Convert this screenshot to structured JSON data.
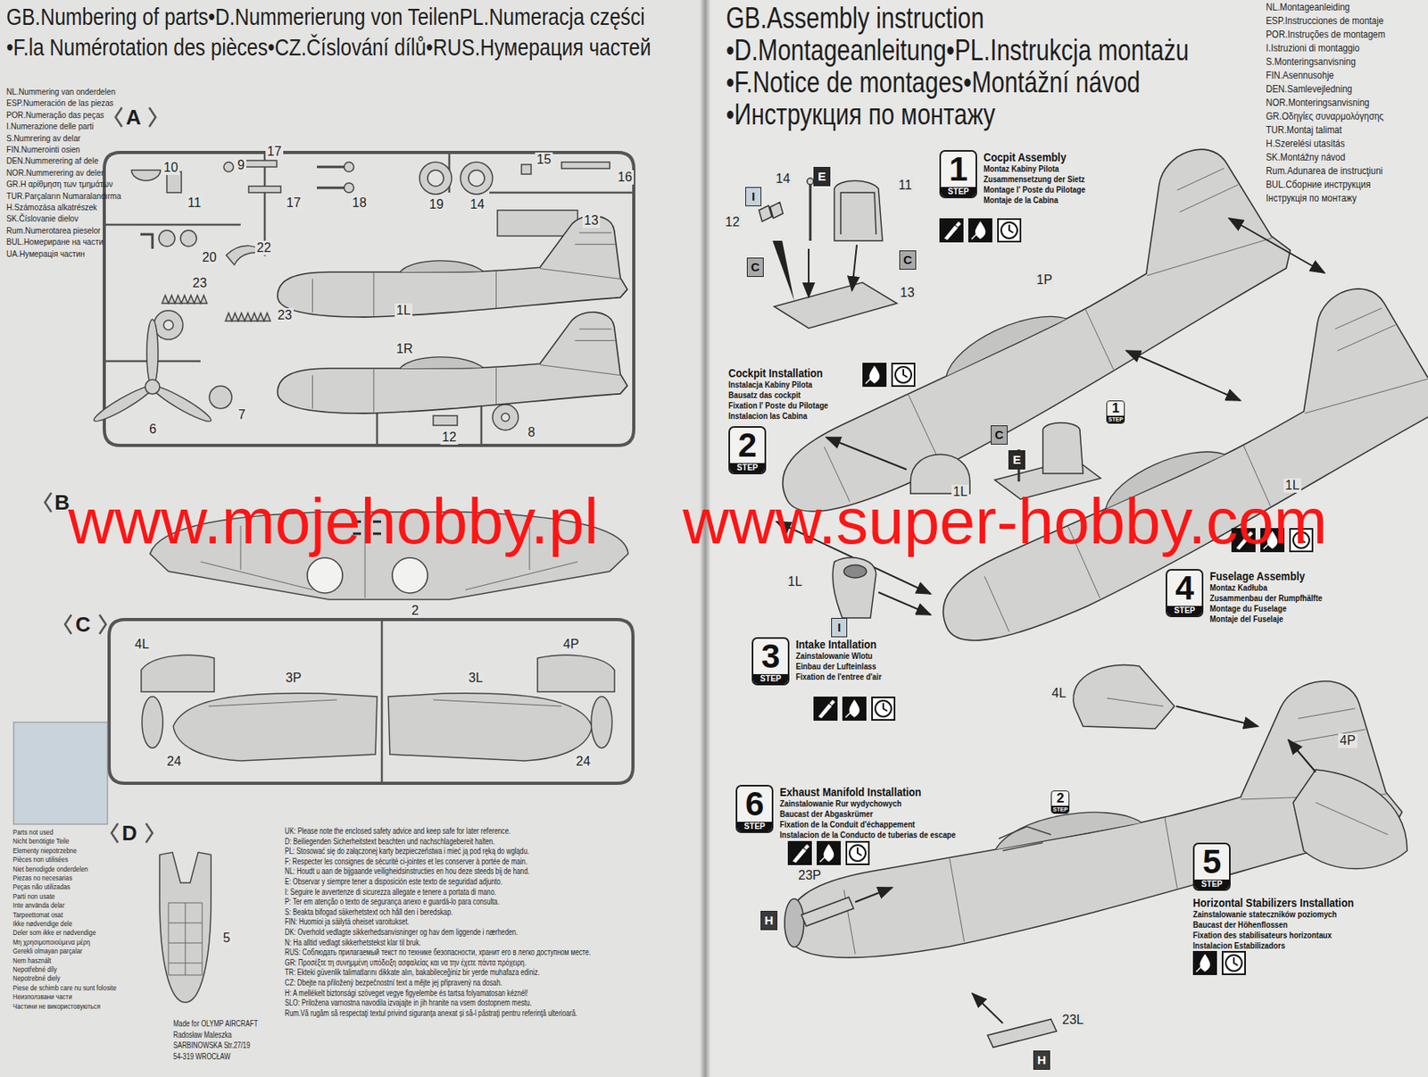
{
  "diagram": {
    "nodes": [
      {
        "text": [
          "1",
          "STEP",
          "Cocpit Assembly",
          "Montaz Kabiny Pilota",
          "Zusammensetzung der Sietz",
          "Montage l' Poste du Pilotage",
          "Montaje de la Cabina"
        ]
      },
      {
        "text": [
          "I"
        ]
      },
      {
        "text": [
          "E"
        ]
      },
      {
        "text": [
          "C"
        ]
      },
      {
        "text": [
          "C"
        ]
      },
      {
        "text": [
          "2",
          "STEP",
          "Cockpit Installation",
          "Instalacja Kabiny Pilota",
          "Bausatz das cockpit",
          "Fixation l' Poste du Pilotage",
          "Instalacion las Cabina"
        ]
      },
      {
        "text": [
          "C"
        ]
      },
      {
        "text": [
          "E"
        ]
      },
      {
        "text": [
          "1",
          "STEP"
        ]
      },
      {
        "text": [
          "4",
          "STEP",
          "Fuselage Assembly",
          "Montaz Kadłuba",
          "Zusammenbau der Rumpfhälfte",
          "Montage du Fuselage",
          "Montaje del Fuselaje"
        ]
      },
      {
        "text": [
          "3",
          "STEP",
          "Intake Intallation",
          "Zainstalowanie Wlotu",
          "Einbau der Lufteinlass",
          "Fixation de l'entree d'air"
        ]
      },
      {
        "text": [
          "I"
        ]
      },
      {
        "text": [
          "6",
          "STEP",
          "Exhaust Manifold Installation",
          "Zainstalowanie Rur wydychowych",
          "Baucast der Abgaskrümer",
          "Fixation de la Conduit d'échappement",
          "Instalacion de la Conducto de tuberias de escape"
        ]
      },
      {
        "text": [
          "2",
          "STEP"
        ]
      },
      {
        "text": [
          "5",
          "STEP",
          "Horizontal Stabilizers Installation",
          "Zainstalowanie stateczników poziomych",
          "Baucast der Höhenflossen",
          "Fixation des stabilisateurs horizontaux",
          "Instalacion Estabilizadors"
        ]
      },
      {
        "text": [
          "H"
        ]
      },
      {
        "text": [
          "H"
        ]
      }
    ],
    "labels": [
      "GB.Numbering of parts•D.Nummerierung von TeilenPL.Numeracja części",
      "•F.la Numérotation des pièces•CZ.Číslování dílů•RUS.Нумерация частей",
      "NL.Nummering van onderdelen",
      "ESP.Numeración de las piezas",
      "POR.Numeração das peças",
      "I.Numerazione delle parti",
      "S.Numrering av delar",
      "FIN.Numerointi osien",
      "DEN.Nummerering af dele",
      "NOR.Nummerering av deler",
      "GR.Η αρίθμηση των τμημάτων",
      "TUR.Parçaların Numaralandırma",
      "H.Számozása alkatrészek",
      "SK.Číslovanie dielov",
      "Rum.Numerotarea pieselor",
      "BUL.Номериране на части",
      "UA.Нумерація частин",
      "A",
      "B",
      "C",
      "D",
      "10",
      "9",
      "17",
      "17",
      "18",
      "19",
      "14",
      "15",
      "16",
      "11",
      "13",
      "20",
      "22",
      "23",
      "23",
      "1L",
      "1R",
      "6",
      "7",
      "12",
      "8",
      "2",
      "4L",
      "3P",
      "3L",
      "4P",
      "24",
      "24",
      "5",
      "Parts not used",
      "Nicht benötigte Teile",
      "Elementy niepotrzebne",
      "Pièces non utilisées",
      "Niet benodigde onderdelen",
      "Piezas no necesarias",
      "Peças não utilizadas",
      "Parti non usate",
      "Inte använda delar",
      "Tarpeettomat osat",
      "Ikke nødvendige dele",
      "Deler som ikke er nødvendige",
      "Μη χρησιμοποιούμενα μέρη",
      "Gerekli olmayan parçalar",
      "Nem használt",
      "Nepotřebné díly",
      "Nepotrebné diely",
      "Piese de schimb care nu sunt folosite",
      "Неизползвани части",
      "Частини не використовуються",
      "UK: Please note the enclosed safety advice and keep safe for later reference.",
      "D: Beiliegenden Sicherheitstext beachten und nachschlagebereit halten.",
      "PL: Stosować się do załączonej karty bezpieczeństwa i mieć ją pod ręką do wglądu.",
      "F: Respecter les consignes de sécurité ci-jointes et les conserver à portée de main.",
      "NL: Houdt u aan de bijgaande veiligheidsinstructies en hou deze steeds bij de hand.",
      "E: Observar y siempre tener a disposición este texto de seguridad adjunto.",
      "I: Seguire le avvertenze di sicurezza allegate e tenere a portata di mano.",
      "P: Ter em atenção o texto de segurança anexo e guardá-lo para consulta.",
      "S: Beakta bifogad säkerhetstext och håll den i beredskap.",
      "FIN: Huomioi ja säilytä oheiset varoitukset.",
      "DK: Overhold vedlagte sikkerhedsanvisninger og hav dem liggende i nærheden.",
      "N: Ha alltid vedlagt sikkerhetstekst klar til bruk.",
      "RUS: Соблюдать прилагаемый текст по технике безопасности, хранит его в легко доступном месте.",
      "GR: Προσέξτε τη συνημμένη υπόδειξη ασφαλείας και να την έχετε πάντα πρόχειρη.",
      "TR: Ekteki güvenlik talimatlarını dikkate alın, bakabileceğiniz bir yerde muhafaza ediniz.",
      "CZ: Dbejte na přiložený bezpečnostní text a mějte jej připravený na dosah.",
      "H: A mellékelt biztonsági szöveget vegye figyelembe és tartsa folyamatosan kéznél!",
      "SLO: Priložena varnostna navodila izvajajte in jih hranite na vsem dostopnem mestu.",
      "Rum.Vă rugăm să respectaţi textul privind siguranţa anexat și să-l păstraţi pentru referinţă ulterioară.",
      "Made for OLYMP AIRCRAFT",
      "Radosław Maleszka",
      "SARBINOWSKA Str.27/19",
      "54-319 WROCŁAW",
      "GB.Assembly instruction",
      "•D.Montageanleitung•PL.Instrukcja montażu",
      "•F.Notice de montages•Montážní návod",
      "•Инструкция по монтажу",
      "NL.Montageanleiding",
      "ESP.Instrucciones de montaje",
      "POR.Instruções de montagem",
      "I.Istruzioni di montaggio",
      "S.Monteringsanvisning",
      "FIN.Asennusohje",
      "DEN.Samlevejledning",
      "NOR.Monteringsanvisning",
      "GR.Οδηγίες συναρμολόγησης",
      "TUR.Montaj talimat",
      "H.Szerelési utasítás",
      "SK.Montážny návod",
      "Rum.Adunarea de instrucţiuni",
      "BUL.Сборние инструкция",
      "Інструкція по монтажу",
      "14",
      "11",
      "12",
      "13",
      "1P",
      "1L",
      "1L",
      "1L",
      "4L",
      "4P",
      "23P",
      "23L",
      "www.mojehobby.pl",
      "www.super-hobby.com"
    ]
  }
}
